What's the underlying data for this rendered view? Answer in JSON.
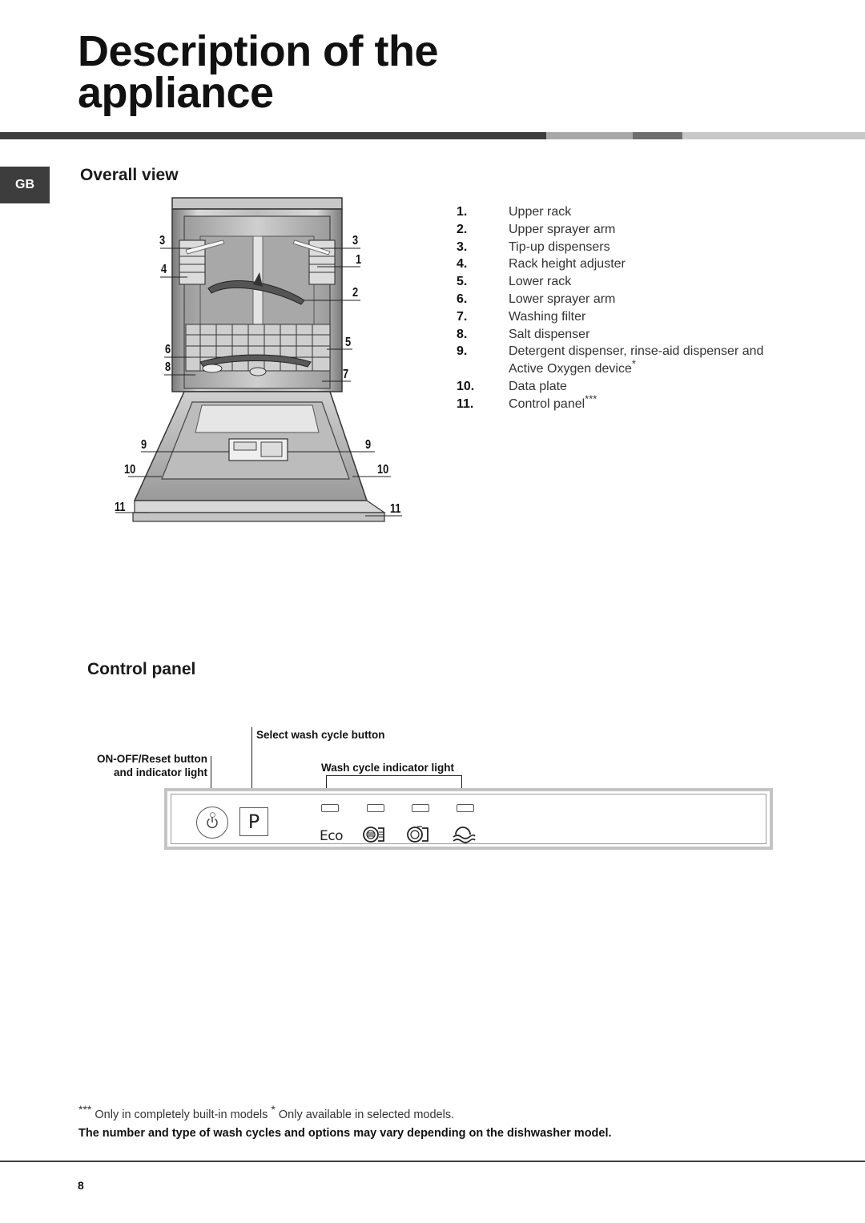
{
  "page": {
    "title_line1": "Description of the",
    "title_line2": "appliance",
    "language_tab": "GB",
    "page_number": "8"
  },
  "colors": {
    "rule_dark": "#3d3d3d",
    "rule_light": "#a8a8a8",
    "rule_mid": "#6e6e6e",
    "rule_pale": "#c8c8c8"
  },
  "overall_view": {
    "heading": "Overall view",
    "parts": [
      {
        "num": "1.",
        "label": "Upper rack"
      },
      {
        "num": "2.",
        "label": "Upper sprayer arm"
      },
      {
        "num": "3.",
        "label": "Tip-up dispensers"
      },
      {
        "num": "4.",
        "label": "Rack height adjuster"
      },
      {
        "num": "5.",
        "label": "Lower rack"
      },
      {
        "num": "6.",
        "label": "Lower sprayer arm"
      },
      {
        "num": "7.",
        "label": "Washing filter"
      },
      {
        "num": "8.",
        "label": "Salt dispenser"
      },
      {
        "num": "9.",
        "label": "Detergent dispenser, rinse-aid dispenser and",
        "label2": "Active Oxygen device",
        "mark": "*"
      },
      {
        "num": "10.",
        "label": "Data plate"
      },
      {
        "num": "11.",
        "label": "Control panel",
        "mark": "***"
      }
    ],
    "callouts": [
      "3",
      "4",
      "6",
      "8",
      "9",
      "10",
      "11",
      "3",
      "1",
      "2",
      "5",
      "7",
      "9",
      "10",
      "11"
    ]
  },
  "control_panel": {
    "heading": "Control panel",
    "select_label": "Select wash cycle button",
    "onoff_label_line1": "ON-OFF/Reset button",
    "onoff_label_line2": "and indicator light",
    "indicator_label": "Wash cycle indicator light",
    "p_button": "P",
    "eco": "Eco",
    "cycle_icons": [
      "eco-icon",
      "intensive-wash-icon",
      "normal-wash-icon",
      "soak-wash-icon"
    ]
  },
  "footer": {
    "footnote_mark1": "***",
    "footnote1": "Only in completely built-in models",
    "footnote_mark2": "*",
    "footnote2": "Only available in selected models.",
    "bold_note": "The number and type of wash cycles and options may vary depending on the dishwasher model."
  }
}
